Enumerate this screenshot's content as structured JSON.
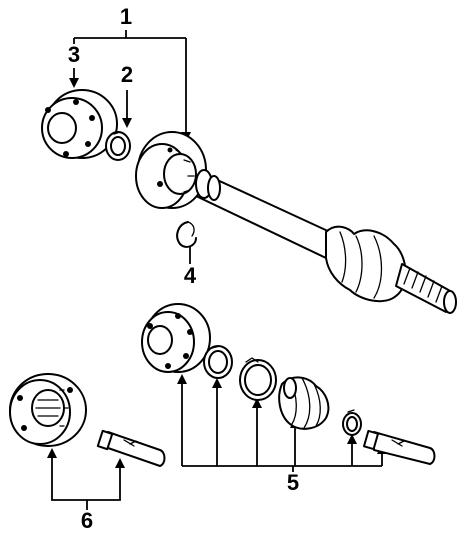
{
  "callouts": {
    "c1": "1",
    "c2": "2",
    "c3": "3",
    "c4": "4",
    "c5": "5",
    "c6": "6"
  },
  "colors": {
    "ink": "#000000",
    "paper": "#ffffff"
  }
}
